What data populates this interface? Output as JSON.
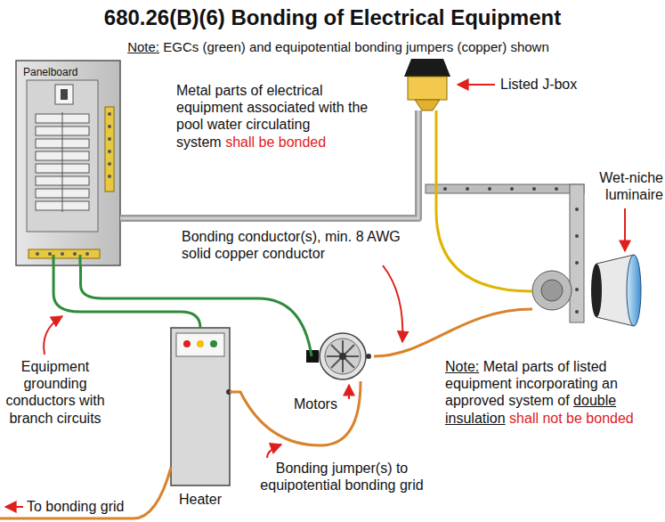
{
  "diagram": {
    "title": "680.26(B)(6) Bonding of Electrical Equipment",
    "nodes": [
      {
        "text": [
          "Panelboard"
        ]
      },
      {
        "text": [
          "Listed J-box"
        ]
      },
      {
        "text": [
          "Wet-niche luminaire"
        ]
      },
      {
        "text": [
          "Motors"
        ]
      },
      {
        "text": [
          "Heater"
        ]
      }
    ],
    "edges": [
      {
        "from": 0,
        "to": 1,
        "arrow": "none"
      },
      {
        "from": 1,
        "to": 2,
        "arrow": "none"
      },
      {
        "from": 0,
        "to": 4,
        "arrow": "none"
      },
      {
        "from": 0,
        "to": 3,
        "arrow": "none"
      },
      {
        "from": 4,
        "to": 3,
        "arrow": "none"
      },
      {
        "from": 3,
        "to": 2,
        "arrow": "none"
      }
    ],
    "labels": [
      "Note:",
      "EGCs (green) and equipotential bonding jumpers (copper) shown",
      "Metal parts of electrical equipment associated with the pool water circulating system",
      "shall be bonded",
      "Bonding conductor(s), min. 8 AWG solid copper conductor",
      "Equipment grounding conductors with branch circuits",
      "Note:",
      "Metal parts of listed equipment incorporating an approved system of",
      "double insulation",
      "shall not be bonded",
      "Bonding jumper(s) to equipotential bonding grid",
      "To bonding grid"
    ]
  }
}
